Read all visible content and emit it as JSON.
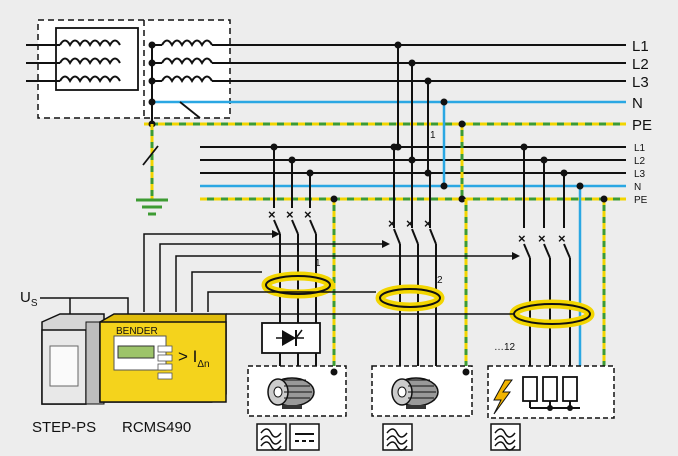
{
  "bus_top": {
    "lines": [
      "L1",
      "L2",
      "L3",
      "N",
      "PE"
    ]
  },
  "bus_bottom": {
    "lines": [
      "L1",
      "L2",
      "L3",
      "N",
      "PE"
    ]
  },
  "labels": {
    "tie_number": "1",
    "transformer_1": "1",
    "transformer_2": "2",
    "transformer_n": "…12",
    "us_main": "U",
    "us_sub": "S",
    "step_ps": "STEP-PS",
    "rcms": "RCMS490",
    "display_symbol": "> I",
    "display_sub": "Δn",
    "brand": "BENDER"
  },
  "colors": {
    "neutral": "#2aa7e3",
    "pe_green": "#3d9b33",
    "pe_yellow": "#f2d500",
    "device_yellow": "#f4d31c",
    "bg": "#ededed"
  }
}
